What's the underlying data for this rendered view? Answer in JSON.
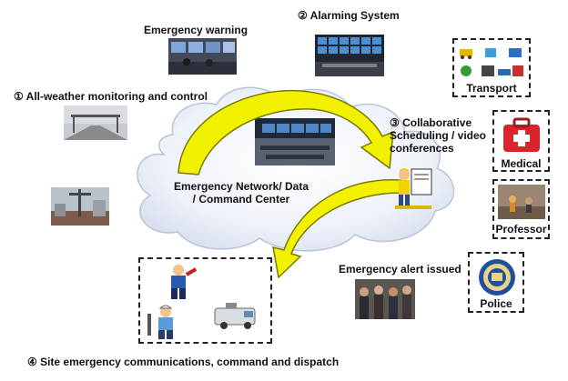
{
  "labels": {
    "emergency_warning": "Emergency warning",
    "alarming_system": "② Alarming System",
    "monitoring": "① All-weather monitoring and control",
    "collaborative": "③ Collaborative Scheduling / video conferences",
    "center": "Emergency Network/ Data / Command Center",
    "alert_issued": "Emergency alert issued",
    "site_comm": "④ Site emergency communications, command and dispatch"
  },
  "boxes": {
    "transport": "Transport",
    "medical": "Medical",
    "professor": "Professor",
    "police": "Police"
  },
  "colors": {
    "arrow_fill": "#f2f200",
    "arrow_stroke": "#7a7a00",
    "cloud_fill": "#eef1f8",
    "cloud_stroke": "#b9c4d6",
    "medical_red": "#d9232d"
  }
}
